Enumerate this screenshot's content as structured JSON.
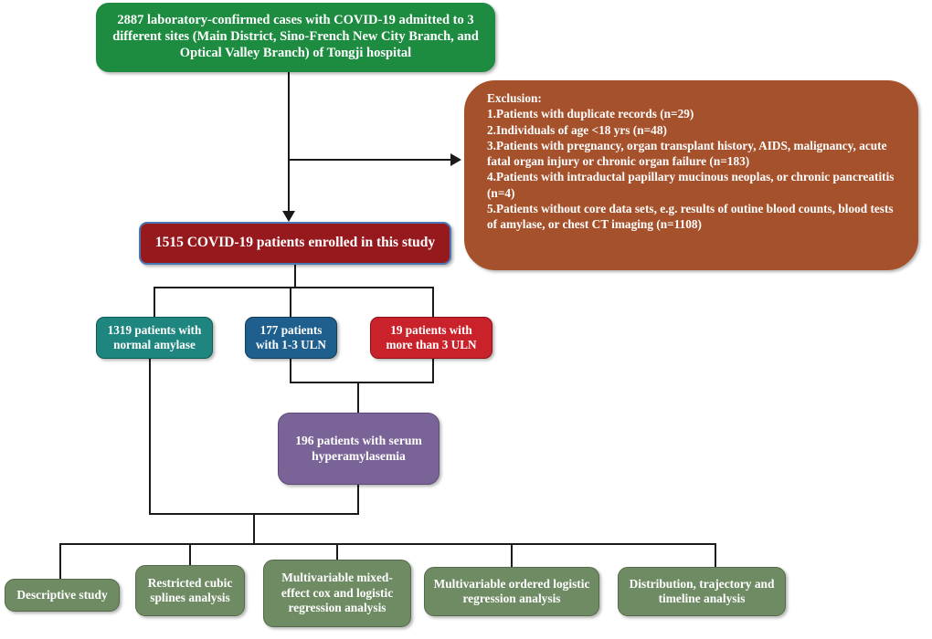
{
  "diagram": {
    "title": "COVID-19 amylase study participant flow diagram",
    "colors": {
      "cohort_green": "#1d8c40",
      "exclusion_brown": "#a5512c",
      "enrolled_dark_red": "#96191e",
      "enrolled_border_blue": "#4a78b5",
      "normal_teal": "#1f857f",
      "uln13_blue": "#1e5f8e",
      "uln3_red": "#c9222b",
      "hyper_purple": "#7a6497",
      "analysis_green": "#6f8b63",
      "connector_black": "#1a1a1a"
    },
    "nodes": {
      "cohort": {
        "label": "2887 laboratory-confirmed cases with COVID-19 admitted to 3 different sites (Main District, Sino-French New City Branch, and Optical Valley Branch) of Tongji hospital",
        "count": 2887
      },
      "exclusion": {
        "heading": "Exclusion:",
        "items": [
          {
            "text": "1.Patients with duplicate records (n=29)",
            "n": 29
          },
          {
            "text": "2.Individuals of age <18 yrs (n=48)",
            "n": 48
          },
          {
            "text": "3.Patients with pregnancy, organ transplant history, AIDS, malignancy, acute fatal organ injury or chronic organ failure (n=183)",
            "n": 183
          },
          {
            "text": "4.Patients with intraductal papillary mucinous neoplas, or chronic pancreatitis (n=4)",
            "n": 4
          },
          {
            "text": "5.Patients without core data sets, e.g. results of outine blood counts, blood tests of amylase, or chest CT imaging (n=1108)",
            "n": 1108
          }
        ]
      },
      "enrolled": {
        "label": "1515 COVID-19 patients enrolled in this study",
        "count": 1515
      },
      "normal_amylase": {
        "label": "1319 patients with normal amylase",
        "count": 1319
      },
      "uln_1_3": {
        "label": "177 patients with 1-3 ULN",
        "count": 177
      },
      "uln_more_than_3": {
        "label": "19 patients with more than 3 ULN",
        "count": 19
      },
      "hyperamylasemia": {
        "label": "196 patients with serum hyperamylasemia",
        "count": 196
      }
    },
    "analyses": [
      {
        "label": "Descriptive study"
      },
      {
        "label": "Restricted cubic splines analysis"
      },
      {
        "label": "Multivariable mixed-effect cox and logistic regression analysis"
      },
      {
        "label": "Multivariable ordered logistic regression analysis"
      },
      {
        "label": "Distribution, trajectory and timeline analysis"
      }
    ]
  }
}
